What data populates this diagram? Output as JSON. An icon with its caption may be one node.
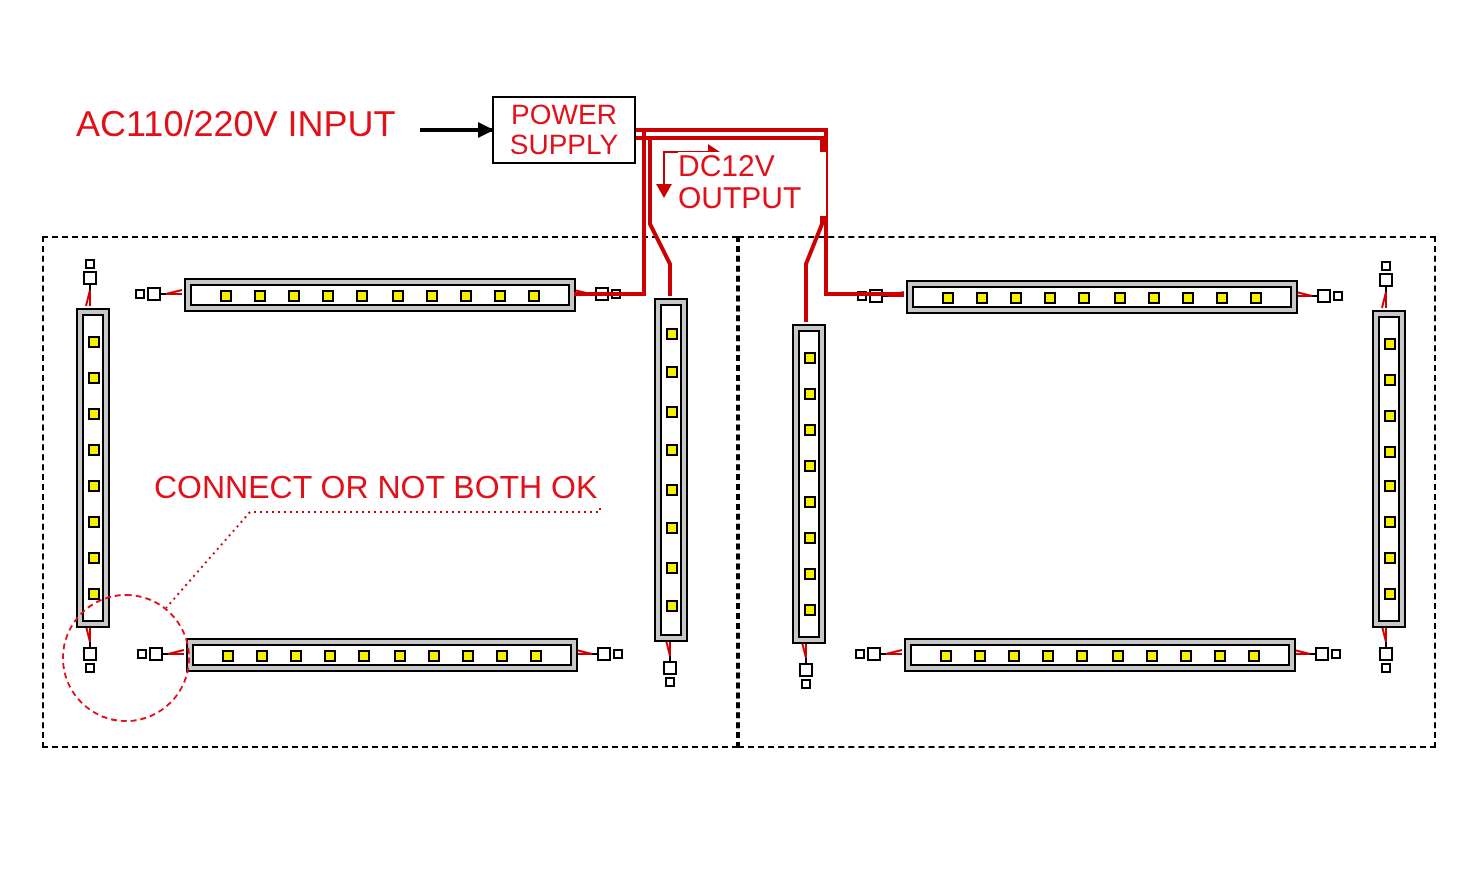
{
  "diagram": {
    "nodes": [
      {
        "text": [
          "AC110/220V INPUT"
        ]
      },
      {
        "text": [
          "POWER SUPPLY"
        ]
      },
      {
        "text": [],
        "shape": "box"
      },
      {
        "text": [],
        "shape": "bar",
        "in": 2
      },
      {
        "text": [],
        "shape": "bar",
        "in": 2
      },
      {
        "text": [],
        "shape": "bar",
        "in": 2
      },
      {
        "text": [],
        "shape": "bar",
        "in": 2
      },
      {
        "text": [],
        "shape": "box"
      },
      {
        "text": [],
        "shape": "bar",
        "in": 7
      },
      {
        "text": [],
        "shape": "bar",
        "in": 7
      },
      {
        "text": [],
        "shape": "bar",
        "in": 7
      },
      {
        "text": [],
        "shape": "bar",
        "in": 7
      },
      {
        "text": [
          "CONNECT OR NOT BOTH OK"
        ],
        "in": 2
      },
      {
        "text": [],
        "shape": "circle",
        "in": 2
      }
    ],
    "edges": [
      {
        "from": 0,
        "to": 1,
        "arrow": "to",
        "color": "#000000"
      },
      {
        "from": 1,
        "to": 3,
        "arrow": "none"
      },
      {
        "from": 1,
        "to": 5,
        "arrow": "none"
      },
      {
        "from": 1,
        "to": 8,
        "arrow": "none"
      },
      {
        "from": 1,
        "to": 9,
        "arrow": "none"
      },
      {
        "from": 12,
        "to": 13,
        "arrow": "none",
        "style": "dashed"
      }
    ],
    "labels": [
      "DC12V OUTPUT"
    ]
  }
}
